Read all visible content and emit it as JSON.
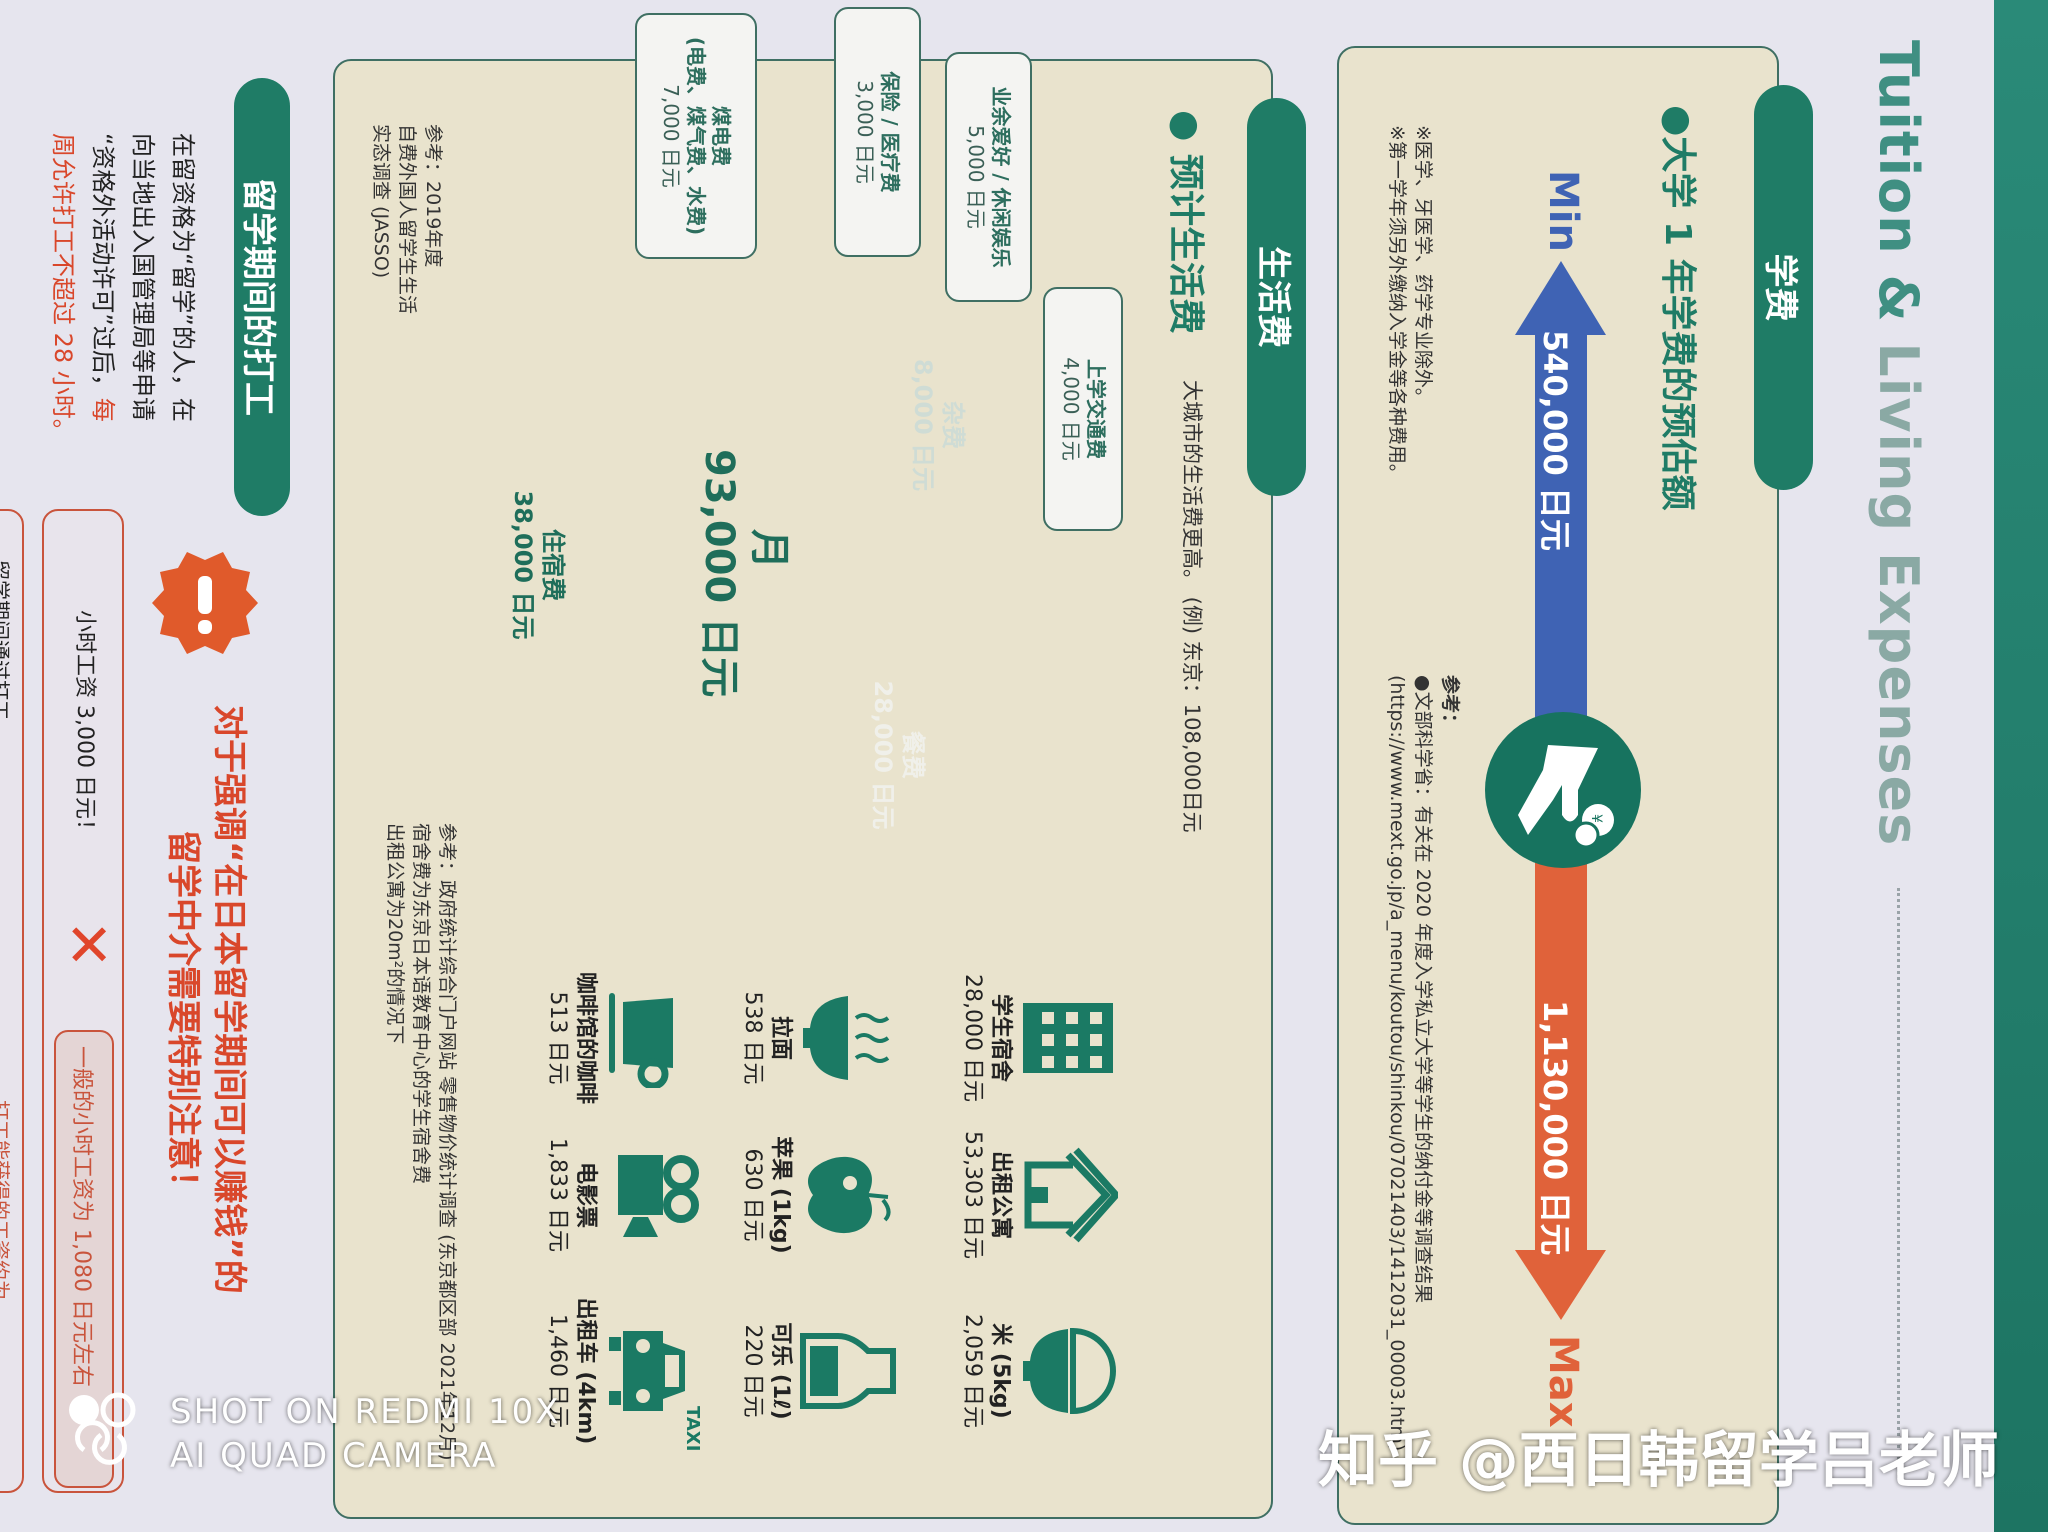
{
  "page_title": {
    "part1": "Tuition & ",
    "part2": "Living Expenses"
  },
  "tuition": {
    "tab": "学费",
    "heading": "●大学 1 年学费的预估额",
    "notes": [
      "※医学、牙医学、药学专业除外。",
      "※第一学年须另外缴纳入学金等各种费用。"
    ],
    "min_label": "Min",
    "min_value": "540,000 日元",
    "max_label": "Max",
    "max_value": "1,130,000 日元",
    "icon": "hand-coin-icon",
    "colors": {
      "min": "#3f63b4",
      "max": "#e0623a"
    },
    "reference": {
      "label": "参考：",
      "line1": "●文部科学省：有关在 2020 年度入学私立大学等学生的纳付金等调查结果",
      "line2": "(https://www.mext.go.jp/a_menu/koutou/shinkou/07021403/1412031_00003.htm)"
    }
  },
  "living": {
    "tab": "生活费",
    "heading": "● 预计生活费",
    "subheading": "大城市的生活费更高。 (例) 东京：108,000日元",
    "center_line1": "月",
    "center_line2": "93,000 日元",
    "slices": [
      {
        "name": "餐费",
        "value": 28000,
        "label": "28,000 日元",
        "color": "#10705a"
      },
      {
        "name": "住宿费",
        "value": 38000,
        "label": "38,000 日元",
        "color": "#bac5c1"
      },
      {
        "name": "煤电费",
        "sub": "(电费、煤气费、水费)",
        "value": 7000,
        "label": "7,000 日元",
        "color": "#8eafa5"
      },
      {
        "name": "保险 / 医疗费",
        "value": 3000,
        "label": "3,000 日元",
        "color": "#166f59"
      },
      {
        "name": "业余爱好 / 休闲娱乐",
        "value": 5000,
        "label": "5,000 日元",
        "color": "#b0c4bc"
      },
      {
        "name": "杂费",
        "value": 8000,
        "label": "8,000 日元",
        "color": "#7fa396"
      },
      {
        "name": "上学交通费",
        "value": 4000,
        "label": "4,000 日元",
        "color": "#c7d0cd"
      }
    ],
    "source1": {
      "label": "参考：2019年度",
      "line2": "自费外国人留学生生活",
      "line3": "实态调查 (JASSO)"
    },
    "prices": [
      {
        "name": "学生宿舍",
        "value": "28,000 日元",
        "icon": "building-icon"
      },
      {
        "name": "出租公寓",
        "value": "53,303 日元",
        "icon": "house-icon"
      },
      {
        "name": "米 (5kg)",
        "value": "2,059 日元",
        "icon": "rice-bowl-icon"
      },
      {
        "name": "拉面",
        "value": "538 日元",
        "icon": "ramen-icon"
      },
      {
        "name": "苹果 (1kg)",
        "value": "630 日元",
        "icon": "apple-icon"
      },
      {
        "name": "可乐 (1ℓ)",
        "value": "220 日元",
        "icon": "bottle-icon"
      },
      {
        "name": "咖啡馆的咖啡",
        "value": "513 日元",
        "icon": "coffee-cup-icon"
      },
      {
        "name": "电影票",
        "value": "1,833 日元",
        "icon": "movie-camera-icon"
      },
      {
        "name": "出租车 (4km)",
        "value": "1,460 日元",
        "icon": "taxi-icon"
      }
    ],
    "taxi_text": "TAXI",
    "source2": {
      "line1": "参考：政府统计综合门户网站 零售物价统计调查 (东京都区部 2021年12月)",
      "line2": "宿舍费为东京日本语教育中心的学生宿舍费",
      "line3": "出租公寓为20m²的情况下"
    }
  },
  "work": {
    "tab": "留学期间的打工",
    "body": [
      "在留资格为“留学”的人，在",
      "向当地出入国管理局等申请",
      "“资格外活动许可”过后，"
    ],
    "body_red_tail": "每",
    "body_red_line": "周允许打工不超过 28 小时。",
    "warning_icon": "exclamation-badge-icon",
    "warning_line1": "对于强调“在日本留学期间可以赚钱”的",
    "warning_line2": "留学中介需要特别注意！",
    "claim": "小时工资 3,000 日元！",
    "cross_icon": "cross-icon",
    "fact": "一般的小时工资为 1,080 日元左右",
    "box2_claim": "留学期间通过打工",
    "box2_fact": "打工能获得的工资约为"
  },
  "watermarks": {
    "zhihu": "知乎 @西日韩留学吕老师",
    "camera_line1": "SHOT ON REDMI 10X",
    "camera_line2": "AI QUAD CAMERA"
  }
}
